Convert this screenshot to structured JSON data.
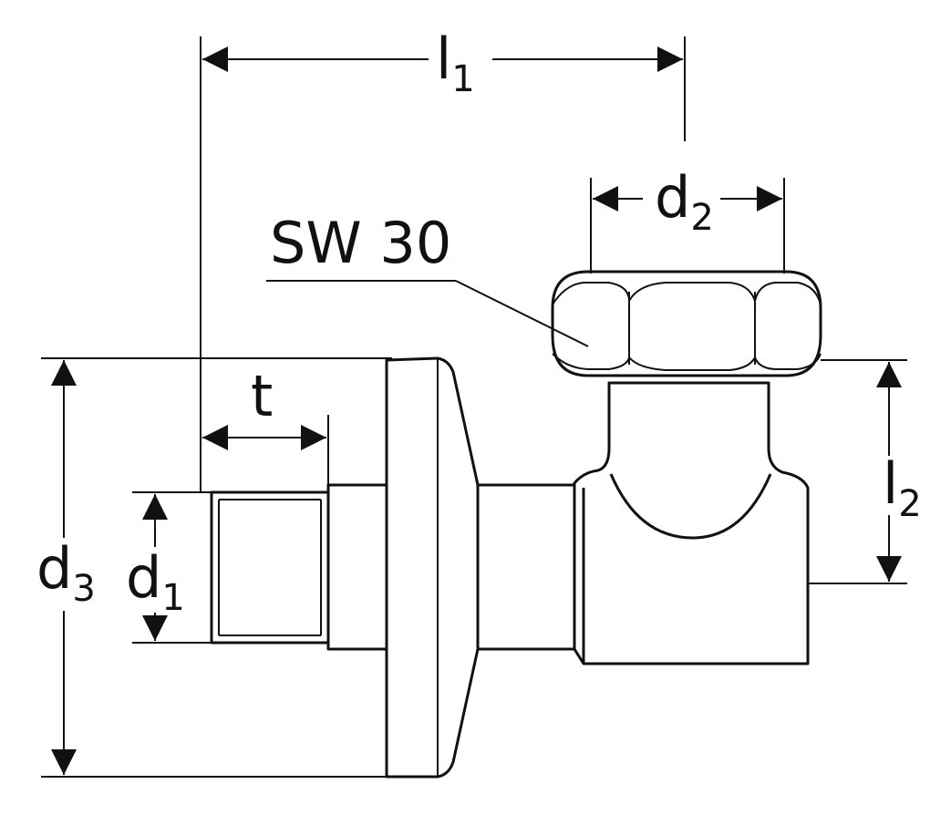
{
  "colors": {
    "line": "#111111",
    "background": "#ffffff"
  },
  "labels": {
    "l1": {
      "base": "l",
      "sub": "1"
    },
    "l2": {
      "base": "l",
      "sub": "2"
    },
    "d1": {
      "base": "d",
      "sub": "1"
    },
    "d2": {
      "base": "d",
      "sub": "2"
    },
    "d3": {
      "base": "d",
      "sub": "3"
    },
    "t": "t",
    "wrench_size": "SW 30"
  }
}
